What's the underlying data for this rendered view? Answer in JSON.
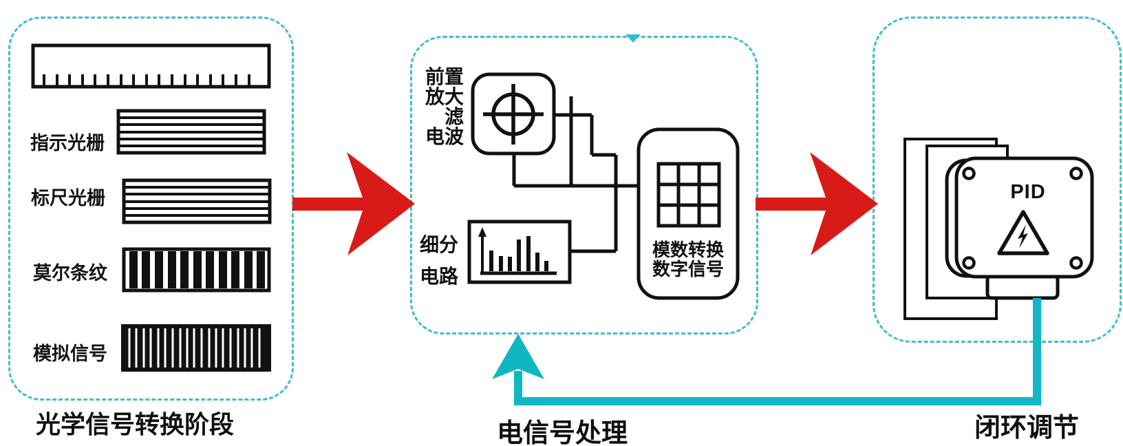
{
  "colors": {
    "flow_arrow_red": "#d81b18",
    "feedback_teal": "#10b7c2",
    "panel_dash_teal": "#3cbecc",
    "ink": "#111111"
  },
  "panels": {
    "optical": {
      "caption": "光学信号转换阶段",
      "items": [
        {
          "label": "指示光栅"
        },
        {
          "label": "标尺光栅"
        },
        {
          "label": "莫尔条纹"
        },
        {
          "label": "模拟信号"
        }
      ]
    },
    "electrical": {
      "caption": "电信号处理",
      "preamp_label": "前置\n放大\n　滤\n电波",
      "subdivision_label": "细分\n电路",
      "adc_label": "模数转换\n数字信号"
    },
    "closedloop": {
      "caption": "闭环调节",
      "pid_label": "PID"
    }
  },
  "icons": {
    "ruler": "ruler-graphic",
    "indicator_grating": "horizontal-stripes",
    "scale_grating": "horizontal-stripes",
    "moire": "vertical-bars",
    "analog": "fine-vertical-lines",
    "preamp": "crosshair-icon",
    "subdivision": "bar-chart-icon",
    "adc": "grid-3x3-icon",
    "pid": "high-voltage-warning-icon",
    "flow": "red-arrow-right",
    "feedback": "teal-arrow-up"
  }
}
